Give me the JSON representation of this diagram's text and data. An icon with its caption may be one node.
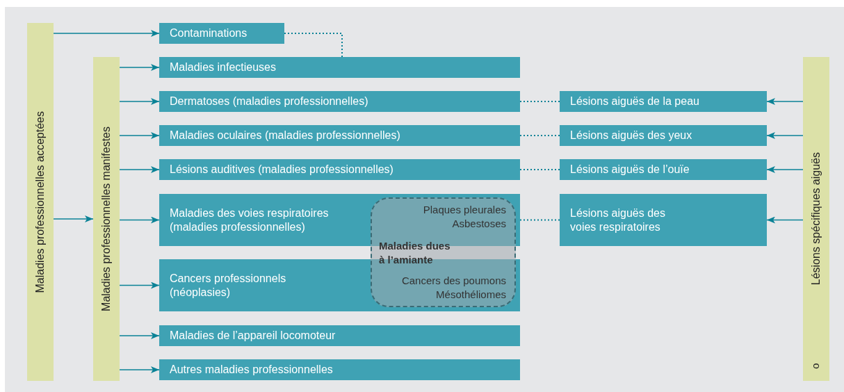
{
  "diagram": {
    "nodes": [
      {
        "text": [
          "Maladies professionnelles acceptées"
        ]
      },
      {
        "text": [
          "Contaminations"
        ]
      },
      {
        "text": [
          "Maladies professionnelles manifestes"
        ]
      },
      {
        "text": [
          "Maladies infectieuses"
        ]
      },
      {
        "text": [
          "Dermatoses (maladies professionnelles)"
        ]
      },
      {
        "text": [
          "Maladies oculaires (maladies professionnelles)"
        ]
      },
      {
        "text": [
          "Lésions auditives (maladies professionnelles)"
        ]
      },
      {
        "text": [
          "Maladies des voies respiratoires (maladies professionnelles)"
        ]
      },
      {
        "text": [
          "Cancers professionnels (néoplasies)"
        ]
      },
      {
        "text": [
          "Plaques pleurales Asbestoses",
          "Maladies dues à l’amiante",
          "Cancers des poumons Mésothéliomes"
        ]
      },
      {
        "text": [
          "Maladies de l’appareil locomoteur"
        ]
      },
      {
        "text": [
          "Autres maladies professionnelles"
        ]
      },
      {
        "text": [
          "Lésions spécifiques aiguës"
        ]
      },
      {
        "text": [
          "Lésions aiguës de la peau"
        ]
      },
      {
        "text": [
          "Lésions aiguës des yeux"
        ]
      },
      {
        "text": [
          "Lésions aiguës de l’ouïe"
        ]
      },
      {
        "text": [
          "Lésions aiguës des voies respiratoires"
        ]
      }
    ],
    "edges": [
      {
        "from": 0,
        "to": 1,
        "arrow": "to"
      },
      {
        "from": 0,
        "to": 2,
        "arrow": "to"
      },
      {
        "from": 1,
        "to": 3,
        "arrow": "none",
        "style": "dashed"
      },
      {
        "from": 2,
        "to": 3,
        "arrow": "to"
      },
      {
        "from": 2,
        "to": 4,
        "arrow": "to"
      },
      {
        "from": 2,
        "to": 5,
        "arrow": "to"
      },
      {
        "from": 2,
        "to": 6,
        "arrow": "to"
      },
      {
        "from": 2,
        "to": 7,
        "arrow": "to"
      },
      {
        "from": 2,
        "to": 8,
        "arrow": "to"
      },
      {
        "from": 2,
        "to": 10,
        "arrow": "to"
      },
      {
        "from": 2,
        "to": 11,
        "arrow": "to"
      },
      {
        "from": 4,
        "to": 13,
        "arrow": "none",
        "style": "dashed"
      },
      {
        "from": 5,
        "to": 14,
        "arrow": "none",
        "style": "dashed"
      },
      {
        "from": 6,
        "to": 15,
        "arrow": "none",
        "style": "dashed"
      },
      {
        "from": 7,
        "to": 16,
        "arrow": "none",
        "style": "dashed"
      },
      {
        "from": 12,
        "to": 13,
        "arrow": "to"
      },
      {
        "from": 12,
        "to": 14,
        "arrow": "to"
      },
      {
        "from": 12,
        "to": 15,
        "arrow": "to"
      },
      {
        "from": 12,
        "to": 16,
        "arrow": "to"
      }
    ],
    "labels": [
      "o"
    ]
  }
}
